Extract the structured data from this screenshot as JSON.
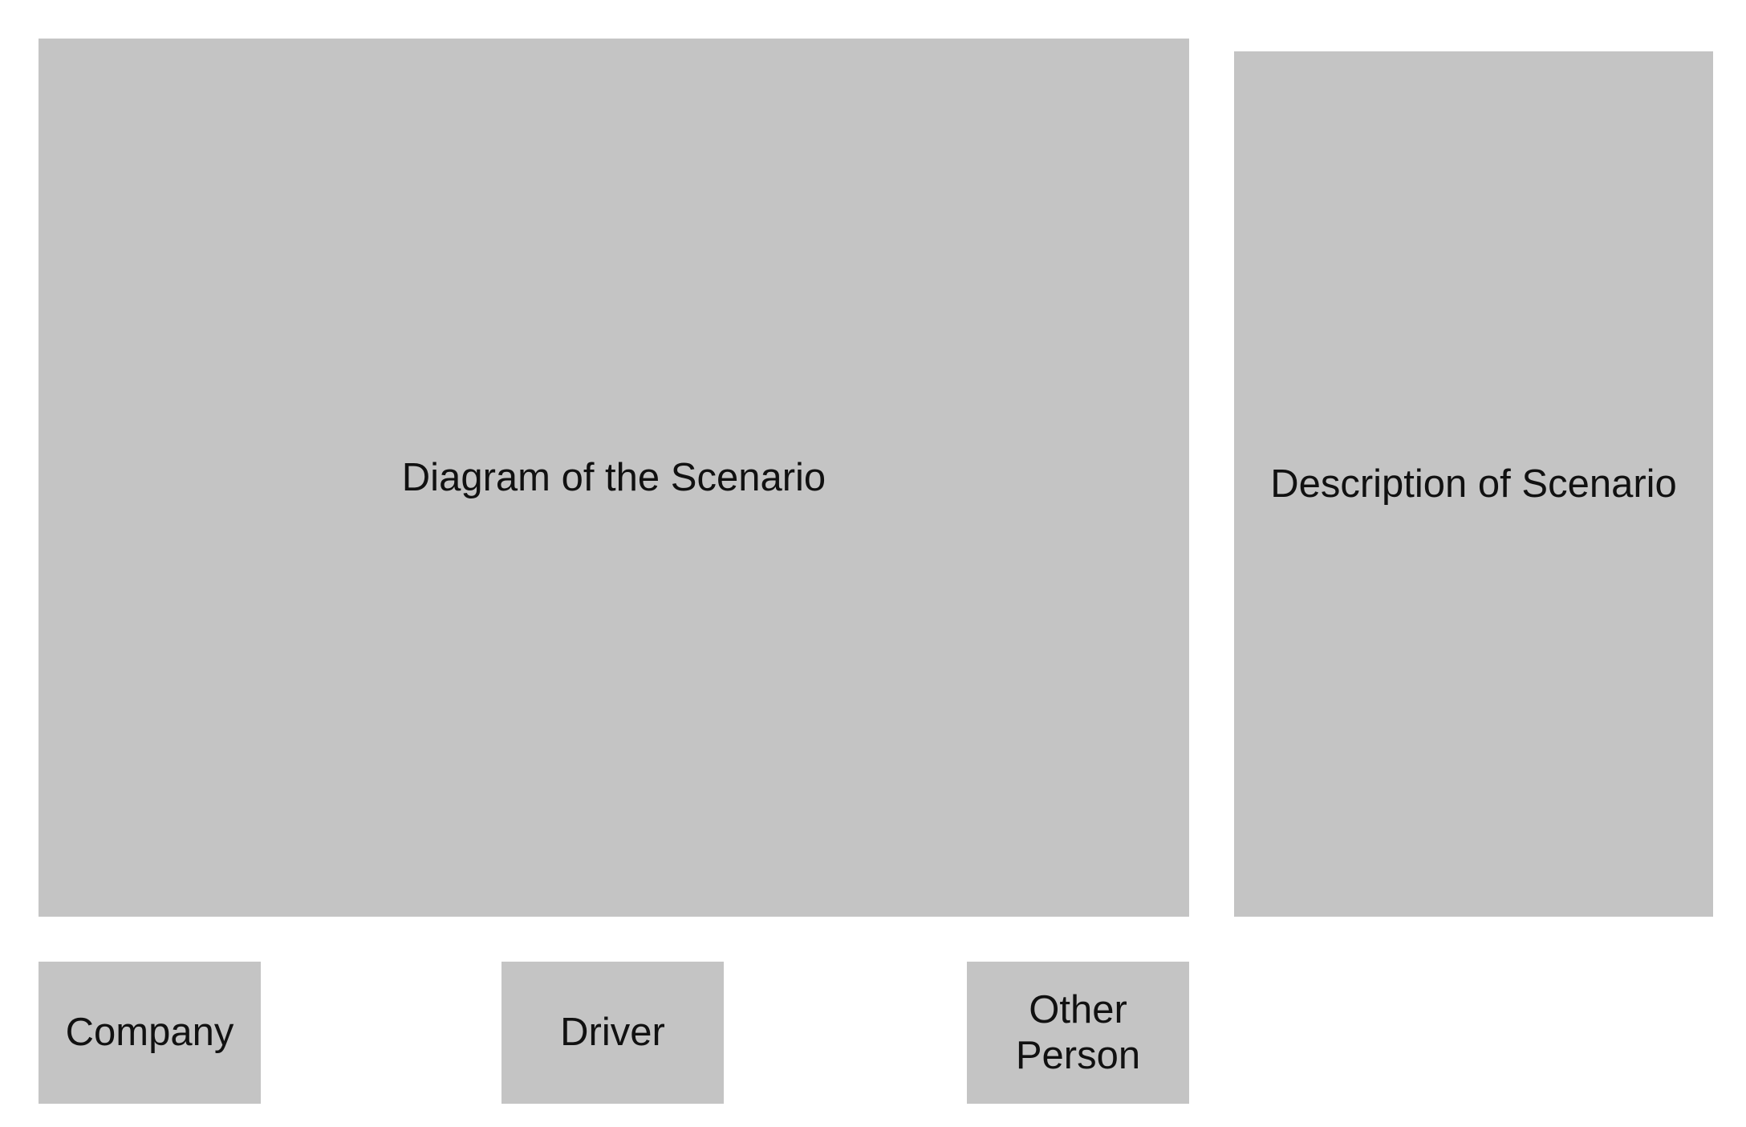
{
  "scenario": {
    "diagram_label": "Diagram of the Scenario",
    "description_label": "Description of Scenario"
  },
  "roles": {
    "company": "Company",
    "driver": "Driver",
    "other_person": "Other Person"
  },
  "colors": {
    "panel_background": "#c4c4c4",
    "page_background": "#ffffff",
    "text": "#111111"
  }
}
